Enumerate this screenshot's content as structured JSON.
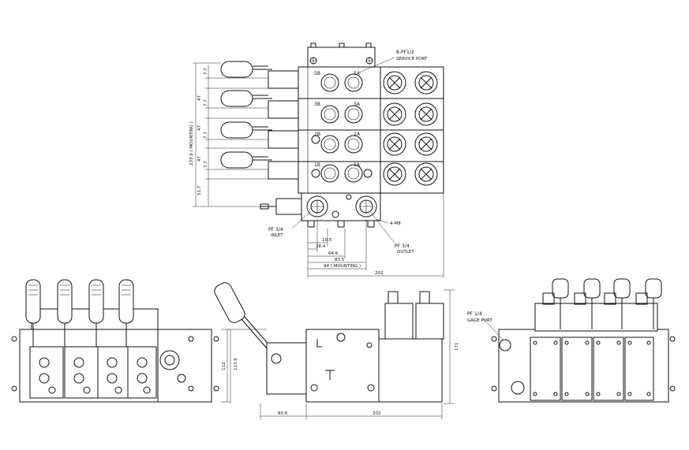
{
  "labels": {
    "service_port": "8-PF1/2",
    "service_port_caption": "SERVICE PORT",
    "inlet": "PF 3/4",
    "inlet_caption": "INLET",
    "outlet": "PF 3/4",
    "outlet_caption": "OUTLET",
    "mount_bolts": "4-M8",
    "gage_port": "PF 1/4",
    "gage_port_caption": "GAGE PORT"
  },
  "ports": [
    "5B",
    "5A",
    "3B",
    "3A",
    "2B",
    "2A",
    "1B",
    "1A"
  ],
  "dims": {
    "d7_7": "7.7",
    "d47": "47",
    "d233": "233.9 ( MOUNTING )",
    "d51": "51.7",
    "d10": "10.5",
    "d28": "28.4",
    "d64": "64.6",
    "d83": "83.5",
    "d94": "94 ( MOUNTING )",
    "d202": "202",
    "d112": "112",
    "d113": "113.6",
    "d171": "171",
    "d80": "80.6"
  }
}
